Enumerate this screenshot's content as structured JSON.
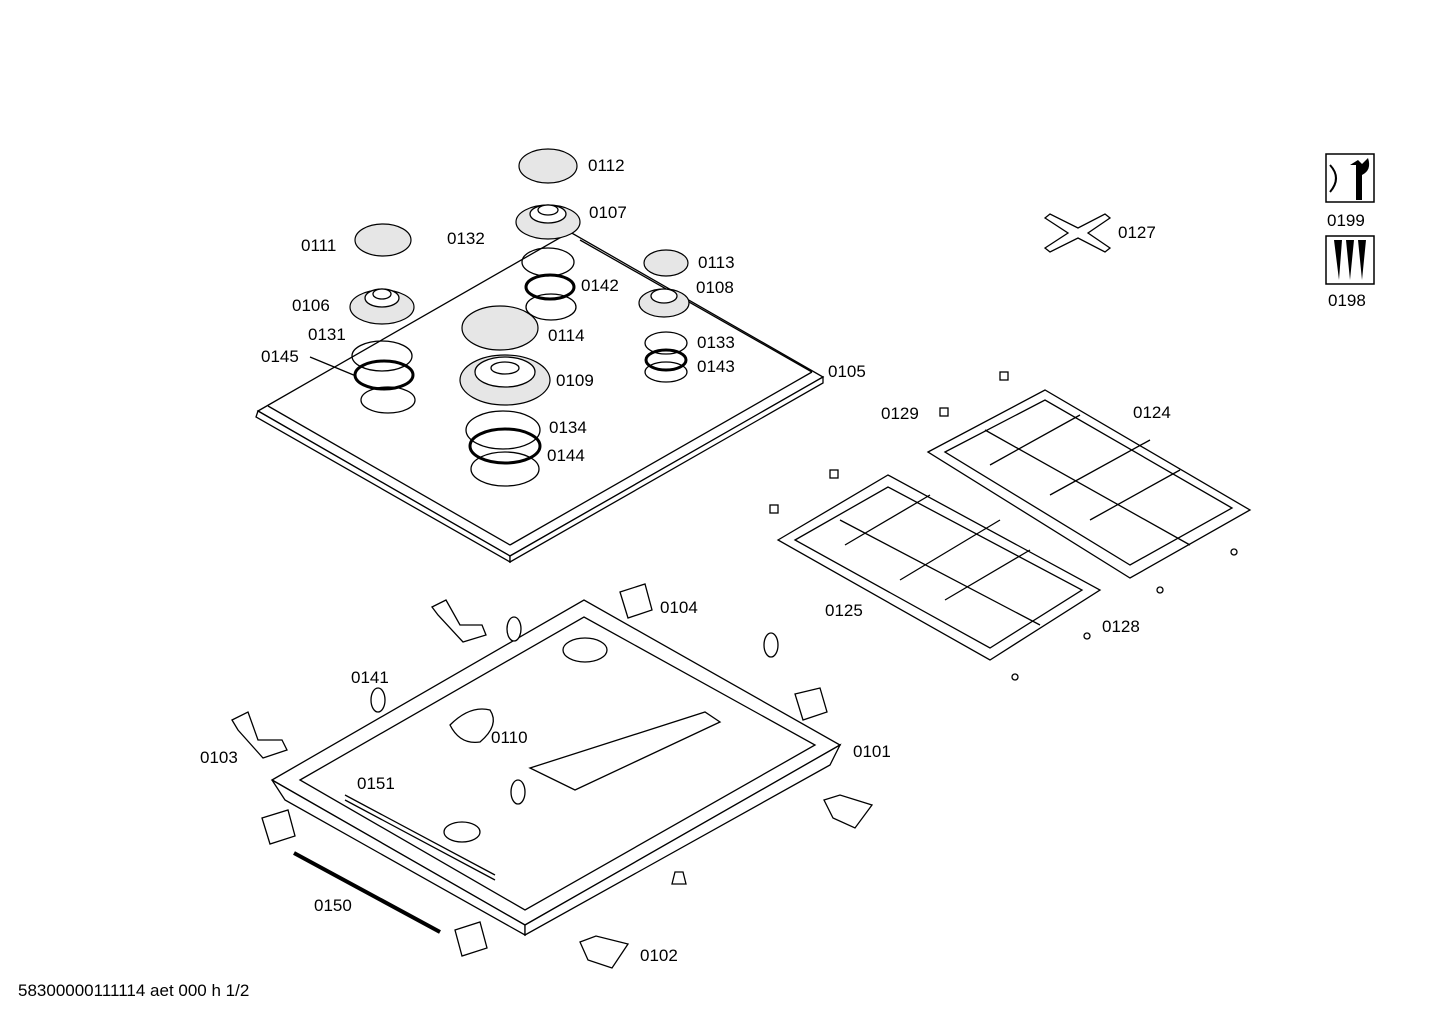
{
  "footer": "58300000111114 aet 000 h 1/2",
  "icons": [
    {
      "name": "wrench-service-icon",
      "code": "0199"
    },
    {
      "name": "screws-kit-icon",
      "code": "0198"
    }
  ],
  "labels": {
    "p0112": "0112",
    "p0107": "0107",
    "p0111": "0111",
    "p0132": "0132",
    "p0113": "0113",
    "p0142": "0142",
    "p0108": "0108",
    "p0106": "0106",
    "p0114": "0114",
    "p0131": "0131",
    "p0133": "0133",
    "p0145": "0145",
    "p0143": "0143",
    "p0109": "0109",
    "p0105": "0105",
    "p0134": "0134",
    "p0144": "0144",
    "p0127": "0127",
    "p0129": "0129",
    "p0124": "0124",
    "p0125": "0125",
    "p0128": "0128",
    "p0104": "0104",
    "p0141": "0141",
    "p0110": "0110",
    "p0103": "0103",
    "p0101": "0101",
    "p0151": "0151",
    "p0150": "0150",
    "p0102": "0102"
  }
}
